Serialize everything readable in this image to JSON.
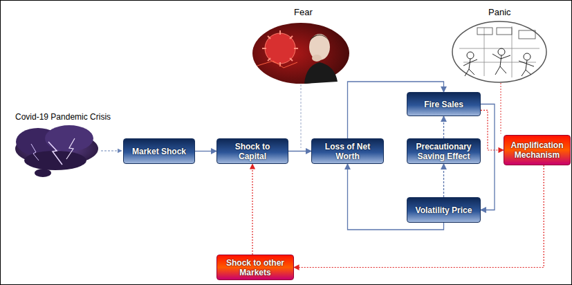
{
  "diagram": {
    "nodes": [
      {
        "text": [
          "Market Shock"
        ]
      },
      {
        "text": [
          "Shock to Capital"
        ]
      },
      {
        "text": [
          "Loss of Net Worth"
        ]
      },
      {
        "text": [
          "Fire Sales"
        ]
      },
      {
        "text": [
          "Precautionary Saving Effect"
        ]
      },
      {
        "text": [
          "Volatility Price"
        ]
      },
      {
        "text": [
          "Amplification Mechanism"
        ]
      },
      {
        "text": [
          "Shock to other Markets"
        ]
      }
    ],
    "edges": [
      {
        "from": 0,
        "to": 1,
        "arrow": "to"
      },
      {
        "from": 1,
        "to": 2,
        "arrow": "to"
      },
      {
        "from": 2,
        "to": 3,
        "arrow": "to"
      },
      {
        "from": 3,
        "to": 5,
        "arrow": "to"
      },
      {
        "from": 5,
        "to": 2,
        "arrow": "to"
      },
      {
        "from": 5,
        "to": 4,
        "arrow": "to"
      },
      {
        "from": 4,
        "to": 3,
        "arrow": "to"
      },
      {
        "from": 3,
        "to": 6,
        "arrow": "to"
      },
      {
        "from": 6,
        "to": 7,
        "arrow": "to"
      },
      {
        "from": 7,
        "to": 1,
        "arrow": "to"
      }
    ],
    "labels": [
      "Covid-19 Pandemic Crisis",
      "Fear",
      "Panic"
    ]
  }
}
